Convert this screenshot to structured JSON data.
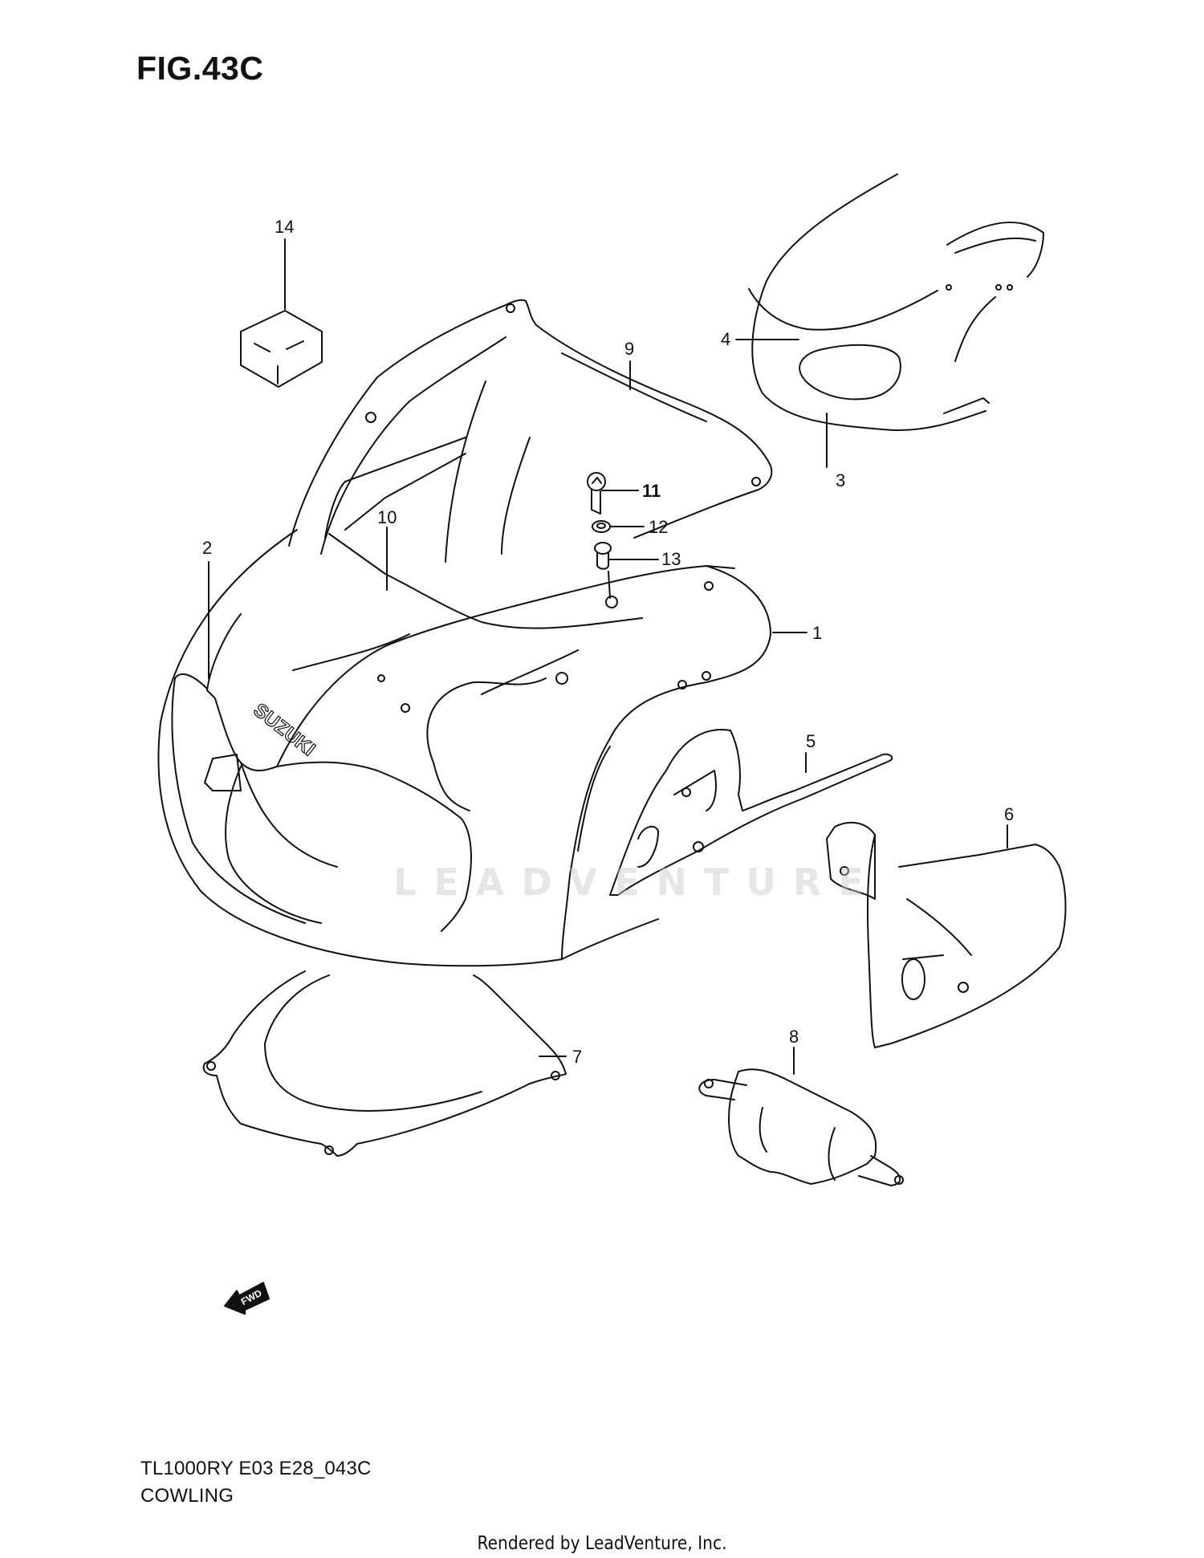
{
  "figure": {
    "title": "FIG.43C",
    "model_code": "TL1000RY E03 E28_043C",
    "section_name": "COWLING"
  },
  "callouts": [
    {
      "id": "1",
      "label": "1",
      "part": "cowling-side-right"
    },
    {
      "id": "2",
      "label": "2",
      "part": "cowling-side-left"
    },
    {
      "id": "3",
      "label": "3",
      "part": "cowling-small-view"
    },
    {
      "id": "4",
      "label": "4",
      "part": "emblem-decal"
    },
    {
      "id": "5",
      "label": "5",
      "part": "inner-panel-right"
    },
    {
      "id": "6",
      "label": "6",
      "part": "inner-panel-left"
    },
    {
      "id": "7",
      "label": "7",
      "part": "under-cowling"
    },
    {
      "id": "8",
      "label": "8",
      "part": "bracket-cover"
    },
    {
      "id": "9",
      "label": "9",
      "part": "windscreen"
    },
    {
      "id": "10",
      "label": "10",
      "part": "windscreen-inner-trim"
    },
    {
      "id": "11",
      "label": "11",
      "part": "screw"
    },
    {
      "id": "12",
      "label": "12",
      "part": "washer"
    },
    {
      "id": "13",
      "label": "13",
      "part": "nut"
    },
    {
      "id": "14",
      "label": "14",
      "part": "cushion-block"
    }
  ],
  "decal_text": "SUZUKI",
  "fwd_indicator": "FWD",
  "watermark": "LEADVENTURE",
  "footer": {
    "rendered_by": "Rendered by LeadVenture, Inc."
  }
}
